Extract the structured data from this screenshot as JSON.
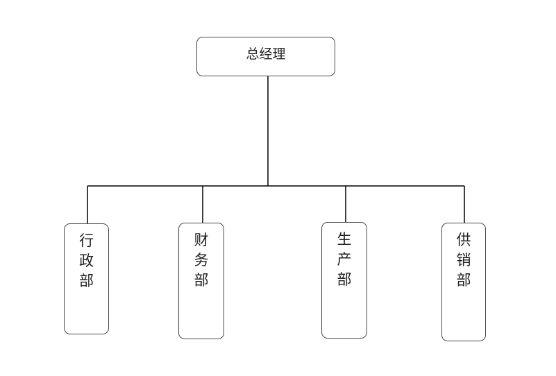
{
  "org_chart": {
    "root": {
      "label": "总经理"
    },
    "departments": [
      {
        "label": "行政部",
        "chars": [
          "行",
          "政",
          "部"
        ]
      },
      {
        "label": "财务部",
        "chars": [
          "财",
          "务",
          "部"
        ]
      },
      {
        "label": "生产部",
        "chars": [
          "生",
          "产",
          "部"
        ]
      },
      {
        "label": "供销部",
        "chars": [
          "供",
          "销",
          "部"
        ]
      }
    ],
    "line_color": "#000000",
    "border_color": "#4a4a4a"
  }
}
